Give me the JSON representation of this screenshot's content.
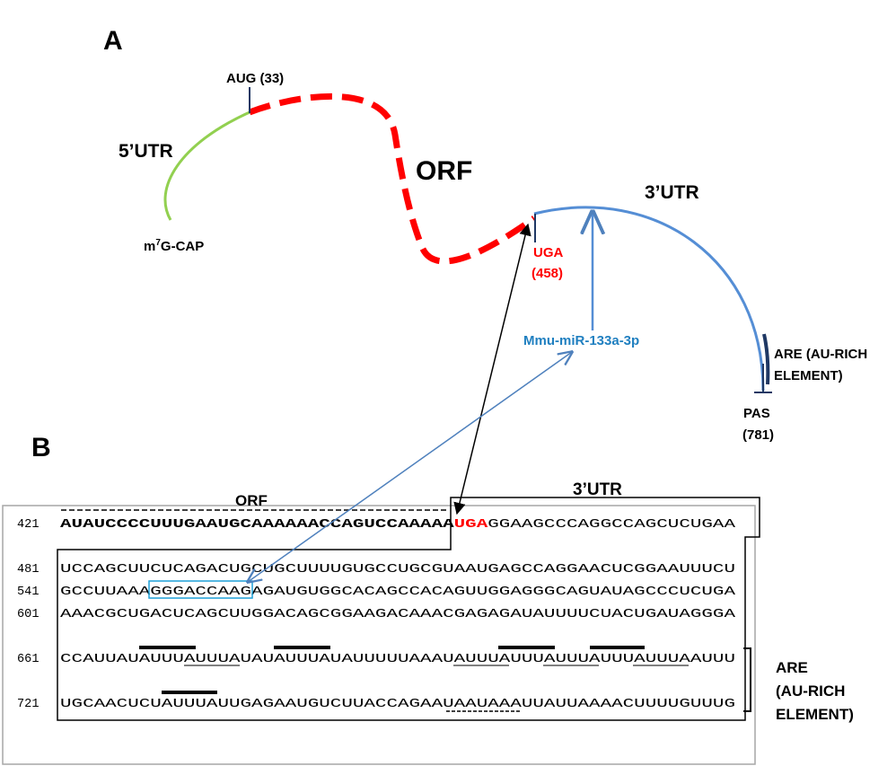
{
  "panelA": {
    "panel_label": "A",
    "aug_label": "AUG (33)",
    "utr5_label": "5’UTR",
    "orf_label": "ORF",
    "utr3_label": "3’UTR",
    "cap_prefix": "m",
    "cap_sup": "7",
    "cap_suffix": "G-CAP",
    "uga_label": "UGA",
    "uga_pos": "(458)",
    "mirna_label": "Mmu-miR-133a-3p",
    "are_line1": "ARE (AU-RICH",
    "are_line2": "ELEMENT)",
    "pas_label": "PAS",
    "pas_pos": "(781)"
  },
  "panelB": {
    "panel_label": "B",
    "orf_label": "ORF",
    "utr3_label": "3’UTR",
    "are_line1": "ARE",
    "are_line2": "(AU-RICH",
    "are_line3": "ELEMENT)",
    "rows": [
      {
        "num": "421",
        "bold_part": "AUAUCCCCUUUGAAUGCAAAAAACCAGUCCAAAAA",
        "stop_codon": "UGA",
        "rest": "GGAAGCCCAGGCCAGCUCUGAA"
      },
      {
        "num": "481",
        "seq": "UCCAGCUUCUCAGACUGCUGCUUUUGUGCCUGCGUAAUGAGCCAGGAACUCGGAAUUUCU"
      },
      {
        "num": "541",
        "seq": "GCCUUAAAGGGACCAAGAGAUGUGGCACAGCCACAGUUGGAGGGCAGUAUAGCCCUCUGA"
      },
      {
        "num": "601",
        "seq": "AAACGCUGACUCAGCUUGGACAGCGGAAGACAAACGAGAGAUAUUUUCUACUGAUAGGGA"
      },
      {
        "num": "661",
        "seq": "CCAUUAUAUUUAUUUAUAUAUUUAUAUUUUUAAAUAUUUAUUUAUUUAUUUAUUUAAUUU"
      },
      {
        "num": "721",
        "seq": "UGCAACUCUAUUUAUUGAGAAUGUCUUACCAGAAUAAUAAAUUAUUAAAACUUUUGUUUG"
      }
    ]
  }
}
